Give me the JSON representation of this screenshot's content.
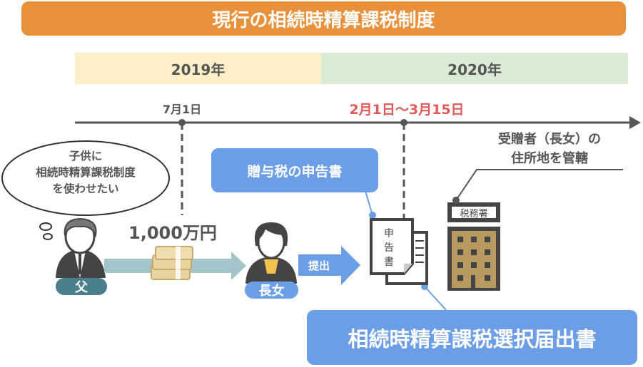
{
  "title": "現行の相続時精算課税制度",
  "years": [
    "2019年",
    "2020年"
  ],
  "dates": {
    "left": "7月1日",
    "right": "2月1日〜3月15日"
  },
  "bubble": [
    "子供に",
    "相続時精算課税制度",
    "を使わせたい"
  ],
  "amount": "1,000万円",
  "people": {
    "father": "父",
    "daughter": "長女"
  },
  "submit": "提出",
  "gift_tax_form": "贈与税の申告書",
  "document_label": "申告書",
  "tax_office": "税務署",
  "office_note": [
    "受贈者（長女）の",
    "住所地を管轄"
  ],
  "election_form": "相続時精算課税選択届出書",
  "colors": {
    "orange": "#E8913A",
    "blue": "#6B9EE6",
    "teal": "#4A7F8C",
    "red": "#E05A5A"
  }
}
